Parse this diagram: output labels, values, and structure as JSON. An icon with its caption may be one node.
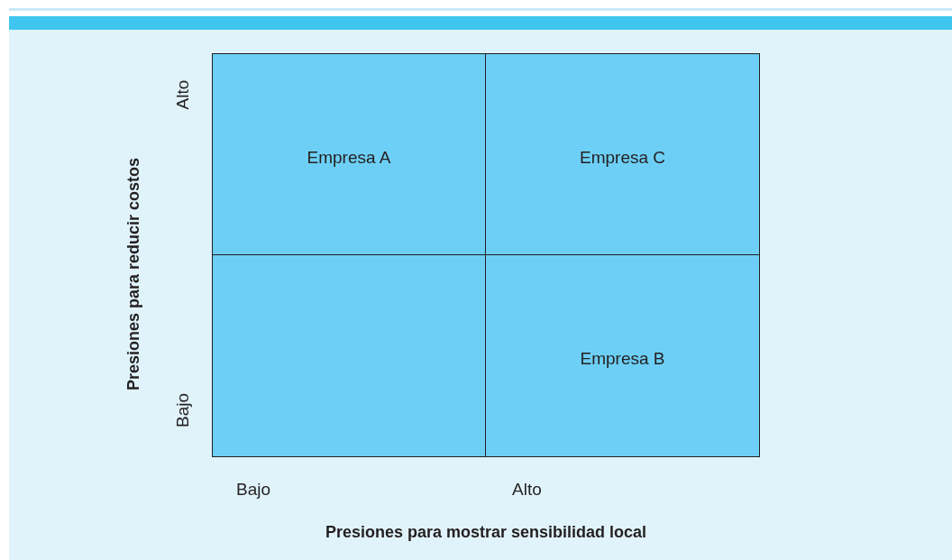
{
  "diagram": {
    "nodes": [
      {
        "text": [
          "Empresa A"
        ]
      },
      {
        "text": [
          "Empresa C"
        ]
      },
      {
        "text": [],
        "shape": "box"
      },
      {
        "text": [
          "Empresa B"
        ]
      }
    ],
    "labels": [
      "Alto",
      "Presiones para reducir costos",
      "Bajo",
      "Bajo",
      "Alto",
      "Presiones para mostrar sensibilidad local"
    ]
  }
}
